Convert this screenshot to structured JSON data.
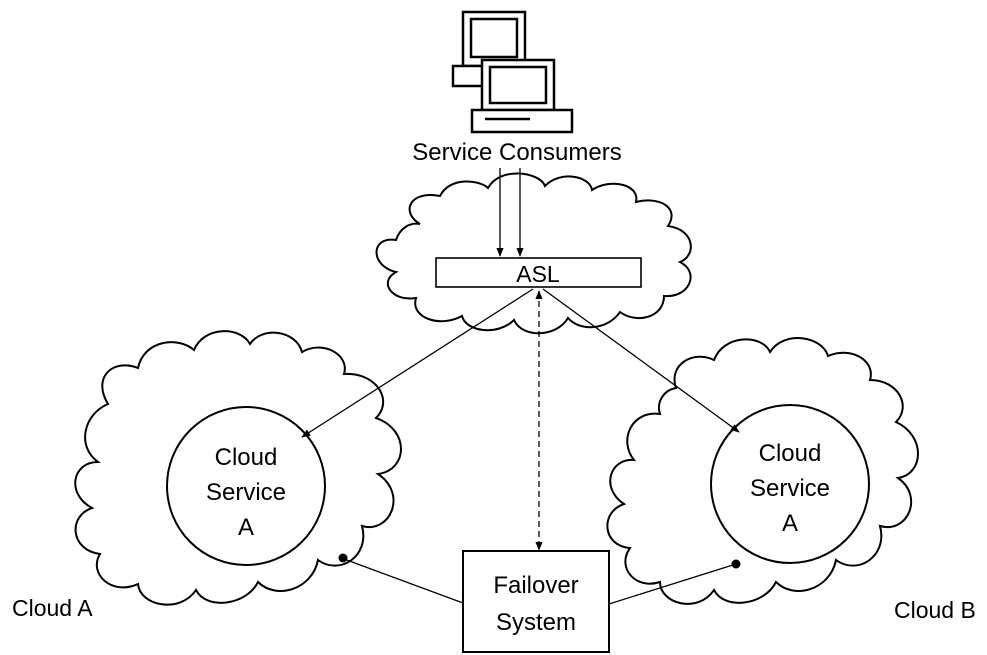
{
  "consumers_label": "Service Consumers",
  "asl_label": "ASL",
  "cloud_a": {
    "label": "Cloud A",
    "service_line1": "Cloud",
    "service_line2": "Service",
    "service_line3": "A"
  },
  "cloud_b": {
    "label": "Cloud B",
    "service_line1": "Cloud",
    "service_line2": "Service",
    "service_line3": "A"
  },
  "failover_line1": "Failover",
  "failover_line2": "System",
  "icons": [
    "computer-icon",
    "computer-icon"
  ],
  "colors": {
    "stroke": "#000000",
    "fill": "#ffffff"
  }
}
